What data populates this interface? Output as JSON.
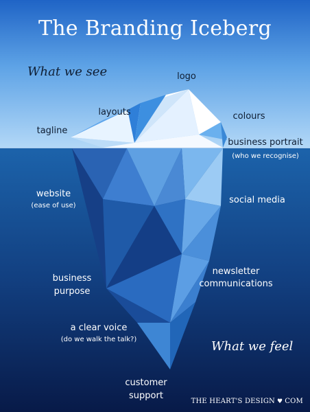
{
  "title": "The Branding Iceberg",
  "above": {
    "heading": "What we see",
    "logo": "logo",
    "layouts": "layouts",
    "tagline": "tagline",
    "colours": "colours",
    "business_portrait": "business portrait",
    "business_portrait_note": "(who we recognise)"
  },
  "below": {
    "heading": "What we feel",
    "website": "website",
    "website_note": "(ease of use)",
    "social_media": "social media",
    "business_purpose_1": "business",
    "business_purpose_2": "purpose",
    "newsletter_1": "newsletter",
    "newsletter_2": "communications",
    "voice": "a clear voice",
    "voice_note": "(do we walk the talk?)",
    "support_1": "customer",
    "support_2": "support"
  },
  "credit": {
    "left": "THE HEART'S DESIGN",
    "heart": "♥",
    "right": "COM"
  },
  "colors": {
    "sky_top": "#1f64c6",
    "sky_bottom": "#a9d2f6",
    "sea_top": "#1b5ea6",
    "sea_bottom": "#0a1c4c",
    "ice_light": "#ffffff",
    "ice_mid": "#8cc3f4",
    "ice_deep": "#1d4f9c"
  }
}
